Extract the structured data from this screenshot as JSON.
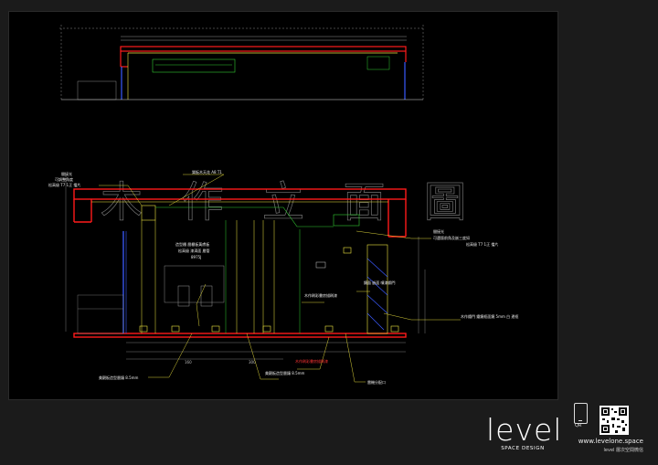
{
  "drawing": {
    "watermark_title": "木作立面圖",
    "labels": {
      "top_left": [
        "間接光",
        "可調整角度",
        "松高級 T7 1正 擋片"
      ],
      "top_center": "樂板木天花 A8 T1",
      "right_top": [
        "間接光",
        "可選版前角及嵌三度如",
        "松高級 T7 1正 擋片"
      ],
      "center_cabinet": [
        "造型櫃 層櫃板黃膚板",
        "松高級 漆滴面 層管",
        "8975J"
      ],
      "center_mid": "木作刷彩書房描刷漆",
      "right_mid": "鏡面 嵌面 噴漆鋼門",
      "right_low": "木作鐵門 鐵鏡框面鏡 5mm 白 邊框",
      "bottom_red": "木作刷彩書房描刷漆",
      "bottom_left": "美觀板造型層鑲 8.5mm",
      "bottom_center": "美觀板造型層鑲 8.5mm",
      "bottom_right": "雷機分配口"
    },
    "dims": {
      "bottom_left": "160",
      "bottom_center": "300"
    }
  },
  "brand": {
    "name": "level",
    "tagline": "SPACE DESIGN",
    "qr_label": "QR",
    "website": "www.levelone.space",
    "wechat": "level 層次空間微信"
  },
  "colors": {
    "page": "#1b1b1b",
    "sheet": "#000000",
    "red": "#ff1a1a",
    "yellow": "#f0e640",
    "green": "#33cc33",
    "blue": "#3a5bff",
    "white": "#e8e8e8"
  }
}
